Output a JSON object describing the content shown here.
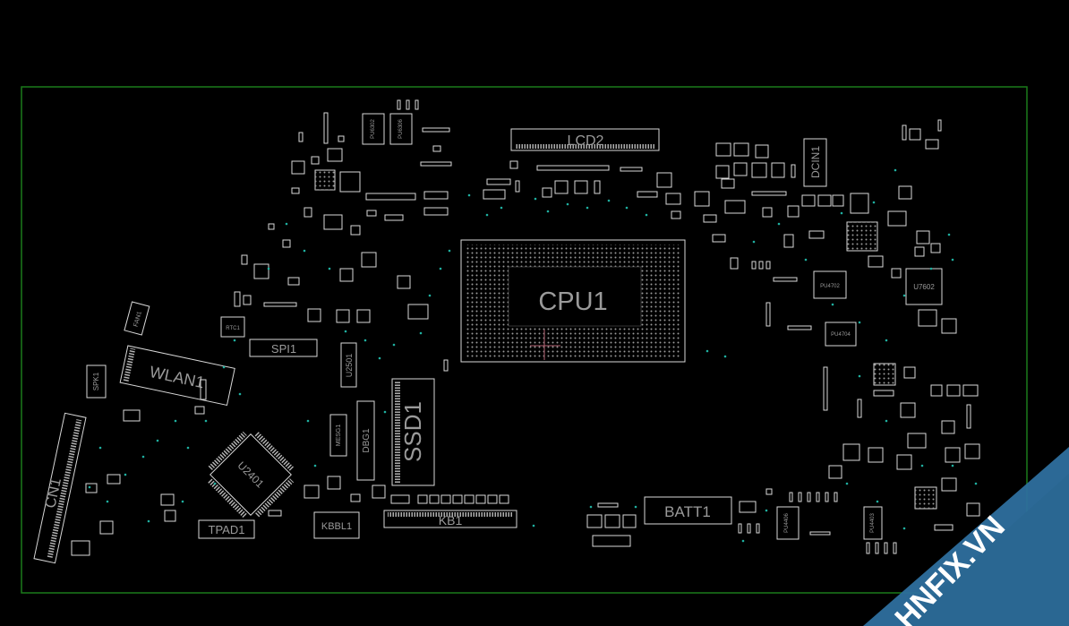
{
  "board": {
    "outline_color": "#1a7a1a",
    "background": "#000000",
    "part_color": "#d8d8d8",
    "label_color": "#9a9a9a",
    "via_color": "#1fb0a0"
  },
  "components": {
    "cpu": "CPU1",
    "lcd": "LCD2",
    "wlan": "WLAN1",
    "ssd": "SSD1",
    "cn": "CN1",
    "batt": "BATT1",
    "kb": "KB1",
    "kbbl": "KBBL1",
    "tpad": "TPAD1",
    "u2401": "U2401",
    "dcin": "DCIN1",
    "spi": "SPI1",
    "u2501": "U2501",
    "dbg": "DBG1",
    "spk": "SPK1",
    "fan": "FAN1",
    "rtc": "RTC1",
    "u7602": "U7602",
    "pu4702": "PU4702",
    "pu4704": "PU4704",
    "pu4406": "PU4406",
    "pu4403": "PU4403",
    "pu6302": "PU6302",
    "pu6306": "PU6306",
    "mesg": "MESG1"
  },
  "watermark": {
    "brand": "HNFIX.VN",
    "color": "#2e6f9e"
  }
}
